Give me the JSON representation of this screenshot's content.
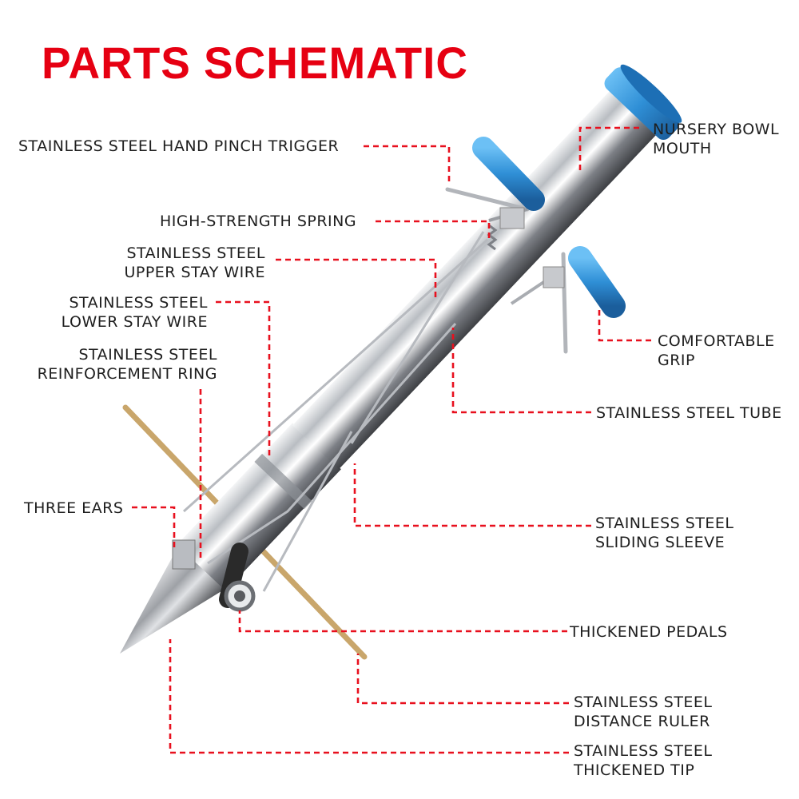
{
  "title": "PARTS SCHEMATIC",
  "colors": {
    "title": "#e60012",
    "leader_lines": "#e8101e",
    "grip": "#2f8fd6",
    "steel": "#c9cdd2"
  },
  "labels": {
    "trigger": "STAINLESS STEEL HAND PINCH TRIGGER",
    "spring": "HIGH-STRENGTH SPRING",
    "upper_wire": [
      "STAINLESS STEEL",
      "UPPER STAY WIRE"
    ],
    "lower_wire": [
      "STAINLESS STEEL",
      "LOWER STAY WIRE"
    ],
    "ring": [
      "STAINLESS STEEL",
      "REINFORCEMENT RING"
    ],
    "ears": "THREE EARS",
    "bowl": [
      "NURSERY BOWL",
      "MOUTH"
    ],
    "grip": [
      "COMFORTABLE",
      "GRIP"
    ],
    "tube": "STAINLESS STEEL TUBE",
    "sleeve": [
      "STAINLESS STEEL",
      "SLIDING SLEEVE"
    ],
    "pedals": "THICKENED PEDALS",
    "ruler": [
      "STAINLESS STEEL",
      "DISTANCE RULER"
    ],
    "tip": [
      "STAINLESS STEEL",
      "THICKENED TIP"
    ]
  }
}
